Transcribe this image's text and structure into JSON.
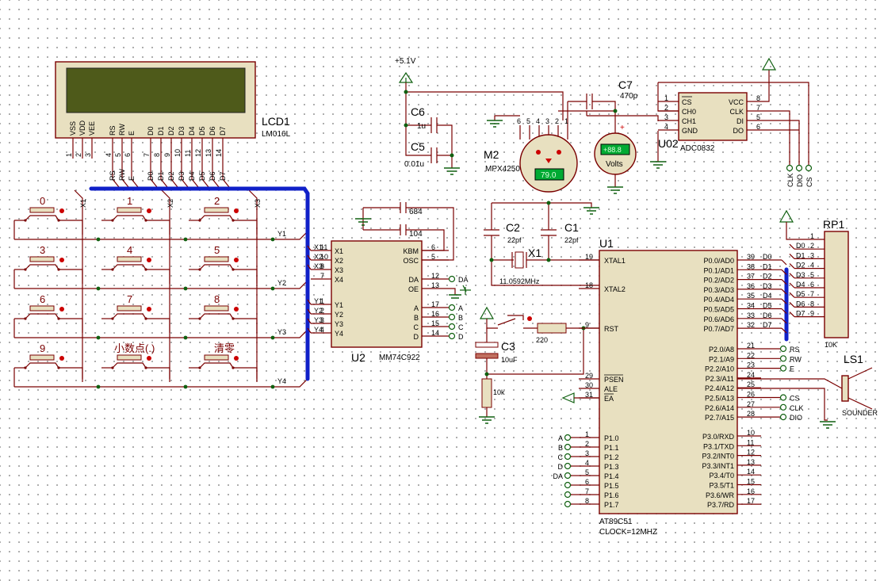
{
  "power": {
    "vcc_label": "+5.1V"
  },
  "lcd": {
    "ref": "LCD1",
    "model": "LM016L",
    "pin_names": [
      "VSS",
      "VDD",
      "VEE",
      "RS",
      "RW",
      "E",
      "D0",
      "D1",
      "D2",
      "D3",
      "D4",
      "D5",
      "D6",
      "D7"
    ],
    "pin_numbers": [
      "1",
      "2",
      "3",
      "4",
      "5",
      "6",
      "7",
      "8",
      "9",
      "10",
      "11",
      "12",
      "13",
      "14"
    ],
    "bus_labels": [
      "RS",
      "RW",
      "E",
      "D0",
      "D1",
      "D2",
      "D3",
      "D4",
      "D5",
      "D6",
      "D7"
    ],
    "screen_color": "#4e5a1a"
  },
  "keypad": {
    "keys": [
      "0",
      "1",
      "2",
      "3",
      "4",
      "5",
      "6",
      "7",
      "8",
      "9",
      "小数点(.)",
      "清零"
    ],
    "columns": [
      "X1",
      "X2",
      "X3"
    ],
    "rows": [
      "Y1",
      "Y2",
      "Y3",
      "Y4"
    ]
  },
  "encoder": {
    "ref": "U2",
    "model": "MM74C922",
    "left_pins": [
      {
        "name": "X1",
        "num": "11"
      },
      {
        "name": "X2",
        "num": "10"
      },
      {
        "name": "X3",
        "num": "8"
      },
      {
        "name": "X4",
        "num": "7"
      },
      {
        "name": "Y1",
        "num": "1"
      },
      {
        "name": "Y2",
        "num": "2"
      },
      {
        "name": "Y3",
        "num": "3"
      },
      {
        "name": "Y4",
        "num": "4"
      }
    ],
    "right_pins": [
      {
        "name": "KBM",
        "num": "6"
      },
      {
        "name": "OSC",
        "num": "5"
      },
      {
        "name": "DA",
        "num": "12"
      },
      {
        "name": "OE",
        "num": "13"
      },
      {
        "name": "A",
        "num": "17"
      },
      {
        "name": "B",
        "num": "16"
      },
      {
        "name": "C",
        "num": "15"
      },
      {
        "name": "D",
        "num": "14"
      }
    ],
    "net_labels": [
      "DA",
      "A",
      "B",
      "C",
      "D"
    ],
    "left_wire_labels": [
      "X1",
      "X2",
      "X3",
      "Y1",
      "Y2",
      "Y3",
      "Y4"
    ]
  },
  "caps_u2": [
    {
      "value": "684"
    },
    {
      "value": "104"
    }
  ],
  "c6": {
    "ref": "C6",
    "value": "1u"
  },
  "c5": {
    "ref": "C5",
    "value": "0.01u"
  },
  "c7": {
    "ref": "C7",
    "value": "470p"
  },
  "sensor": {
    "ref": "M2",
    "model": "MPX4250",
    "display": "79.0",
    "pins": [
      "6",
      "5",
      "4",
      "3",
      "2",
      "1"
    ]
  },
  "voltmeter": {
    "display": "+88.8",
    "unit": "Volts",
    "plus": "+"
  },
  "adc": {
    "ref": "U02",
    "model": "ADC0832",
    "left_pins": [
      {
        "name": "CS",
        "num": "1"
      },
      {
        "name": "CH0",
        "num": "2"
      },
      {
        "name": "CH1",
        "num": "3"
      },
      {
        "name": "GND",
        "num": "4"
      }
    ],
    "right_pins": [
      {
        "name": "VCC",
        "num": "8"
      },
      {
        "name": "CLK",
        "num": "7"
      },
      {
        "name": "DI",
        "num": "5"
      },
      {
        "name": "DO",
        "num": "6"
      }
    ],
    "net_labels": [
      "CLK",
      "DIO",
      "CS"
    ]
  },
  "crystal": {
    "ref": "X1",
    "value": "11.0592MHz"
  },
  "c2": {
    "ref": "C2",
    "value": "22pf"
  },
  "c1": {
    "ref": "C1",
    "value": "22pf"
  },
  "c3": {
    "ref": "C3",
    "value": "10uF"
  },
  "r_reset": {
    "value": "220"
  },
  "r_pull": {
    "value": "10k"
  },
  "mcu": {
    "ref": "U1",
    "model": "AT89C51",
    "clock": "CLOCK=12MHZ",
    "left_pins": [
      {
        "name": "XTAL1",
        "num": "19"
      },
      {
        "name": "XTAL2",
        "num": "18"
      },
      {
        "name": "RST",
        "num": "9"
      },
      {
        "name": "PSEN",
        "num": "29"
      },
      {
        "name": "ALE",
        "num": "30"
      },
      {
        "name": "EA",
        "num": "31"
      },
      {
        "name": "P1.0",
        "num": "1"
      },
      {
        "name": "P1.1",
        "num": "2"
      },
      {
        "name": "P1.2",
        "num": "3"
      },
      {
        "name": "P1.3",
        "num": "4"
      },
      {
        "name": "P1.4",
        "num": "5"
      },
      {
        "name": "P1.5",
        "num": "6"
      },
      {
        "name": "P1.6",
        "num": "7"
      },
      {
        "name": "P1.7",
        "num": "8"
      }
    ],
    "right_pins": [
      {
        "name": "P0.0/AD0",
        "num": "39"
      },
      {
        "name": "P0.1/AD1",
        "num": "38"
      },
      {
        "name": "P0.2/AD2",
        "num": "37"
      },
      {
        "name": "P0.3/AD3",
        "num": "36"
      },
      {
        "name": "P0.4/AD4",
        "num": "35"
      },
      {
        "name": "P0.5/AD5",
        "num": "34"
      },
      {
        "name": "P0.6/AD6",
        "num": "33"
      },
      {
        "name": "P0.7/AD7",
        "num": "32"
      },
      {
        "name": "P2.0/A8",
        "num": "21"
      },
      {
        "name": "P2.1/A9",
        "num": "22"
      },
      {
        "name": "P2.2/A10",
        "num": "23"
      },
      {
        "name": "P2.3/A11",
        "num": "24"
      },
      {
        "name": "P2.4/A12",
        "num": "25"
      },
      {
        "name": "P2.5/A13",
        "num": "26"
      },
      {
        "name": "P2.6/A14",
        "num": "27"
      },
      {
        "name": "P2.7/A15",
        "num": "28"
      },
      {
        "name": "P3.0/RXD",
        "num": "10"
      },
      {
        "name": "P3.1/TXD",
        "num": "11"
      },
      {
        "name": "P3.2/INT0",
        "num": "12"
      },
      {
        "name": "P3.3/INT1",
        "num": "13"
      },
      {
        "name": "P3.4/T0",
        "num": "14"
      },
      {
        "name": "P3.5/T1",
        "num": "15"
      },
      {
        "name": "P3.6/WR",
        "num": "16"
      },
      {
        "name": "P3.7/RD",
        "num": "17"
      }
    ],
    "p0_labels": [
      "D0",
      "D1",
      "D2",
      "D3",
      "D4",
      "D5",
      "D6",
      "D7"
    ],
    "p2_labels": [
      "RS",
      "RW",
      "E",
      "",
      "",
      "CS",
      "CLK",
      "DIO"
    ],
    "p1_labels": [
      "A",
      "B",
      "C",
      "D",
      "DA"
    ]
  },
  "rp1": {
    "ref": "RP1",
    "value": "10K",
    "pins": [
      "1",
      "2",
      "3",
      "4",
      "5",
      "6",
      "7",
      "8",
      "9"
    ],
    "d_labels": [
      "D0",
      "D1",
      "D2",
      "D3",
      "D4",
      "D5",
      "D6",
      "D7"
    ]
  },
  "speaker": {
    "ref": "LS1",
    "model": "SOUNDER"
  },
  "colors": {
    "wire": "#7a0000",
    "ground": "#106010",
    "bus": "#1020c8",
    "body": "#e8e0c0"
  }
}
